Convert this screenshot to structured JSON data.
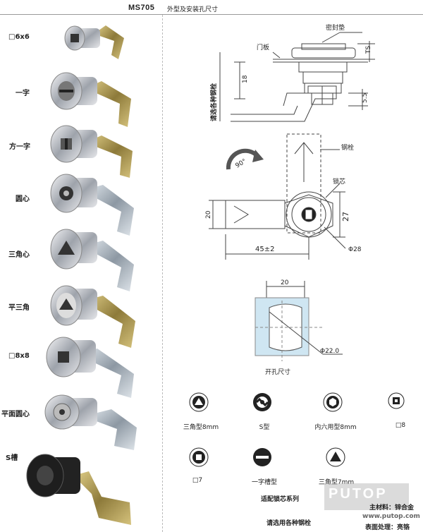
{
  "header": {
    "model": "MS705",
    "section_title": "外型及安装孔尺寸"
  },
  "variants": [
    {
      "label": "□6x6"
    },
    {
      "label": "一字"
    },
    {
      "label": "方一字"
    },
    {
      "label": "圆心"
    },
    {
      "label": "三角心"
    },
    {
      "label": "平三角"
    },
    {
      "label": "□8x8"
    },
    {
      "label": "平面圆心"
    },
    {
      "label": "S槽"
    }
  ],
  "side_view": {
    "seal_label": "密封垫",
    "panel_label": "门板",
    "ts_label": "TS",
    "dim_18": "18",
    "dim_5_5": "5.5",
    "vertical_note": "请选各种钢栓"
  },
  "front_view": {
    "latch_label": "钢栓",
    "core_label": "锁芯",
    "rotation_label": "90°",
    "dim_20": "20",
    "dim_27": "27",
    "dim_45": "45±2",
    "dim_phi28": "Φ28"
  },
  "cutout": {
    "dim_20": "20",
    "dim_phi22": "Φ22.0",
    "title": "开孔尺寸"
  },
  "cores": [
    {
      "label": "三角型8mm"
    },
    {
      "label": "S型"
    },
    {
      "label": "内六用型8mm"
    },
    {
      "label": "□8"
    },
    {
      "label": "□7"
    },
    {
      "label": "一字槽型"
    },
    {
      "label": "三角型7mm"
    }
  ],
  "cores_title": "适配锁芯系列",
  "footer": {
    "note": "请选用各种钢栓",
    "material": "主材料：锌合金",
    "finish": "表面处理：亮铬",
    "watermark": "PUTOP",
    "url": "www.putop.com"
  },
  "colors": {
    "chrome": "#c9cbd0",
    "brass": "#b8a256",
    "cutout_fill": "#cfe6f2",
    "line": "#444444"
  }
}
